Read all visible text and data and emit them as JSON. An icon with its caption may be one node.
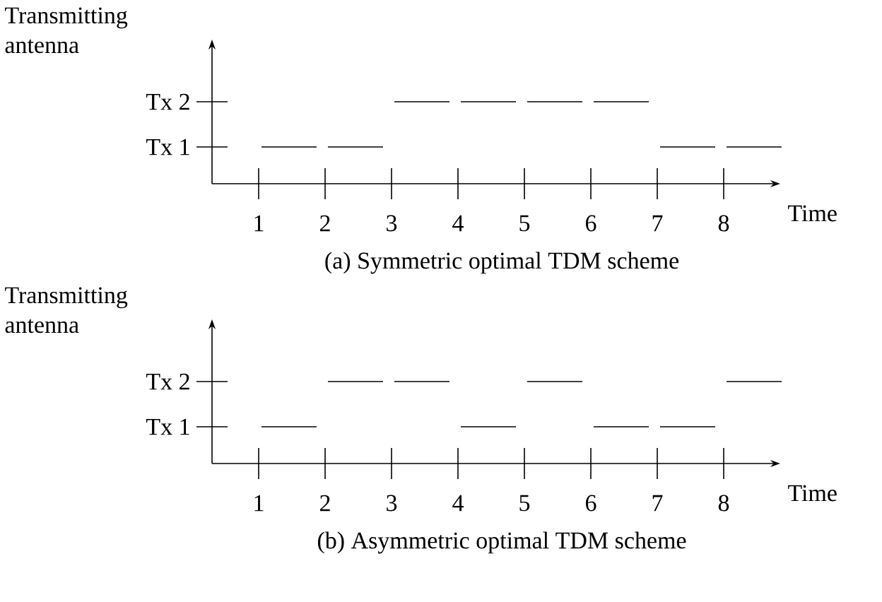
{
  "diagram": {
    "labels": [
      "Transmitting antenna",
      "Tx 2",
      "Tx 1",
      "1",
      "2",
      "3",
      "4",
      "5",
      "6",
      "7",
      "8",
      "Time",
      "(a) Symmetric optimal TDM scheme",
      "Transmitting antenna",
      "Tx 2",
      "Tx 1",
      "1",
      "2",
      "3",
      "4",
      "5",
      "6",
      "7",
      "8",
      "Time",
      "(b) Asymmetric optimal TDM scheme"
    ]
  }
}
